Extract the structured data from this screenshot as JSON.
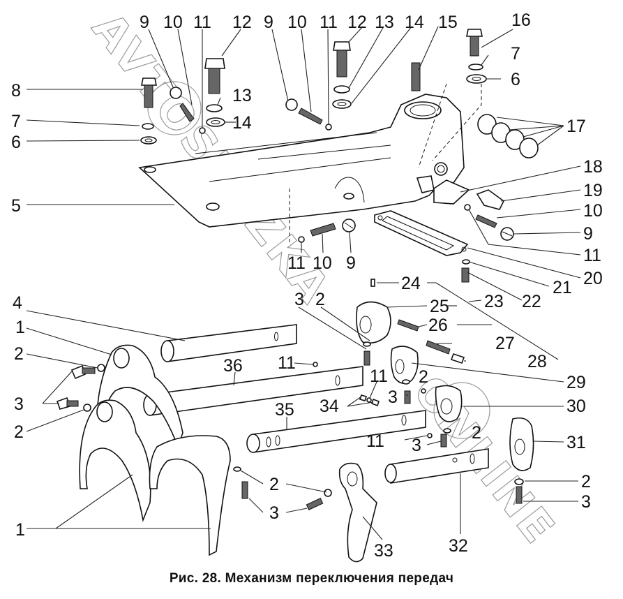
{
  "figure": {
    "caption": "Рис. 28. Механизм переключения передач"
  },
  "watermark": {
    "text_upper": "AVTOSKAZKA",
    "text_lower": "ONLINE"
  },
  "callouts": [
    {
      "id": "c9a",
      "label": "9"
    },
    {
      "id": "c10a",
      "label": "10"
    },
    {
      "id": "c11a",
      "label": "11"
    },
    {
      "id": "c12a",
      "label": "12"
    },
    {
      "id": "c9b",
      "label": "9"
    },
    {
      "id": "c10b",
      "label": "10"
    },
    {
      "id": "c11b",
      "label": "11"
    },
    {
      "id": "c12b",
      "label": "12"
    },
    {
      "id": "c13b",
      "label": "13"
    },
    {
      "id": "c14b",
      "label": "14"
    },
    {
      "id": "c15",
      "label": "15"
    },
    {
      "id": "c16",
      "label": "16"
    },
    {
      "id": "c8",
      "label": "8"
    },
    {
      "id": "c13a",
      "label": "13"
    },
    {
      "id": "c7a",
      "label": "7"
    },
    {
      "id": "c14a",
      "label": "14"
    },
    {
      "id": "c6a",
      "label": "6"
    },
    {
      "id": "c7b",
      "label": "7"
    },
    {
      "id": "c6b",
      "label": "6"
    },
    {
      "id": "c17",
      "label": "17"
    },
    {
      "id": "c18",
      "label": "18"
    },
    {
      "id": "c5",
      "label": "5"
    },
    {
      "id": "c19",
      "label": "19"
    },
    {
      "id": "c10c",
      "label": "10"
    },
    {
      "id": "c9c",
      "label": "9"
    },
    {
      "id": "c11c",
      "label": "11"
    },
    {
      "id": "c11d",
      "label": "11"
    },
    {
      "id": "c10d",
      "label": "10"
    },
    {
      "id": "c9d",
      "label": "9"
    },
    {
      "id": "c20",
      "label": "20"
    },
    {
      "id": "c21",
      "label": "21"
    },
    {
      "id": "c22",
      "label": "22"
    },
    {
      "id": "c24",
      "label": "24"
    },
    {
      "id": "c23",
      "label": "23"
    },
    {
      "id": "c3a",
      "label": "3"
    },
    {
      "id": "c2a",
      "label": "2"
    },
    {
      "id": "c25",
      "label": "25"
    },
    {
      "id": "c4",
      "label": "4"
    },
    {
      "id": "c26",
      "label": "26"
    },
    {
      "id": "c1a",
      "label": "1"
    },
    {
      "id": "c27",
      "label": "27"
    },
    {
      "id": "c2b",
      "label": "2"
    },
    {
      "id": "c11e",
      "label": "11"
    },
    {
      "id": "c28",
      "label": "28"
    },
    {
      "id": "c36",
      "label": "36"
    },
    {
      "id": "c29",
      "label": "29"
    },
    {
      "id": "c11f",
      "label": "11"
    },
    {
      "id": "c2c",
      "label": "2"
    },
    {
      "id": "c3b",
      "label": "3"
    },
    {
      "id": "c34",
      "label": "34"
    },
    {
      "id": "c3c",
      "label": "3"
    },
    {
      "id": "c30",
      "label": "30"
    },
    {
      "id": "c35",
      "label": "35"
    },
    {
      "id": "c2d",
      "label": "2"
    },
    {
      "id": "c2e",
      "label": "2"
    },
    {
      "id": "c11g",
      "label": "11"
    },
    {
      "id": "c3d",
      "label": "3"
    },
    {
      "id": "c31",
      "label": "31"
    },
    {
      "id": "c2f",
      "label": "2"
    },
    {
      "id": "c2g",
      "label": "2"
    },
    {
      "id": "c3e",
      "label": "3"
    },
    {
      "id": "c3f",
      "label": "3"
    },
    {
      "id": "c1b",
      "label": "1"
    },
    {
      "id": "c33",
      "label": "33"
    },
    {
      "id": "c32",
      "label": "32"
    }
  ]
}
